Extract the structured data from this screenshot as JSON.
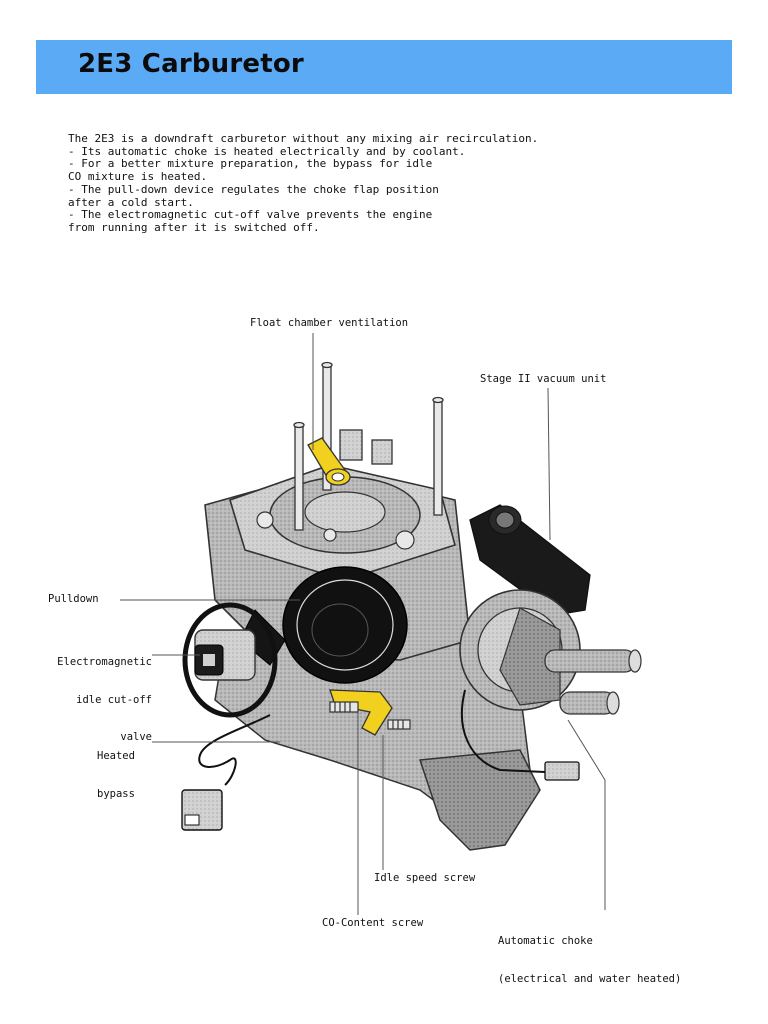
{
  "header": {
    "title": "2E3 Carburetor",
    "background": "#5aaaf5"
  },
  "intro": {
    "lines": [
      "The 2E3 is a downdraft carburetor without any mixing air recirculation.",
      "- Its automatic choke is heated electrically and by coolant.",
      "- For a better mixture preparation, the bypass for idle",
      "CO mixture is heated.",
      "- The pull-down device regulates the choke flap position",
      "after a cold start.",
      "- The electromagnetic cut-off valve prevents the engine",
      "from running after it is switched off."
    ]
  },
  "labels": {
    "float_chamber_ventilation": "Float chamber ventilation",
    "stage2_vacuum_unit": "Stage II vacuum unit",
    "pulldown": "Pulldown",
    "electromagnetic_valve": [
      "Electromagnetic",
      "idle cut-off",
      "valve"
    ],
    "heated_bypass": [
      "Heated",
      "bypass"
    ],
    "idle_speed_screw": "Idle speed screw",
    "co_content_screw": "CO-Content screw",
    "automatic_choke": [
      "Automatic choke",
      "(electrical and water heated)"
    ]
  },
  "highlight_color": "#f2d01e"
}
